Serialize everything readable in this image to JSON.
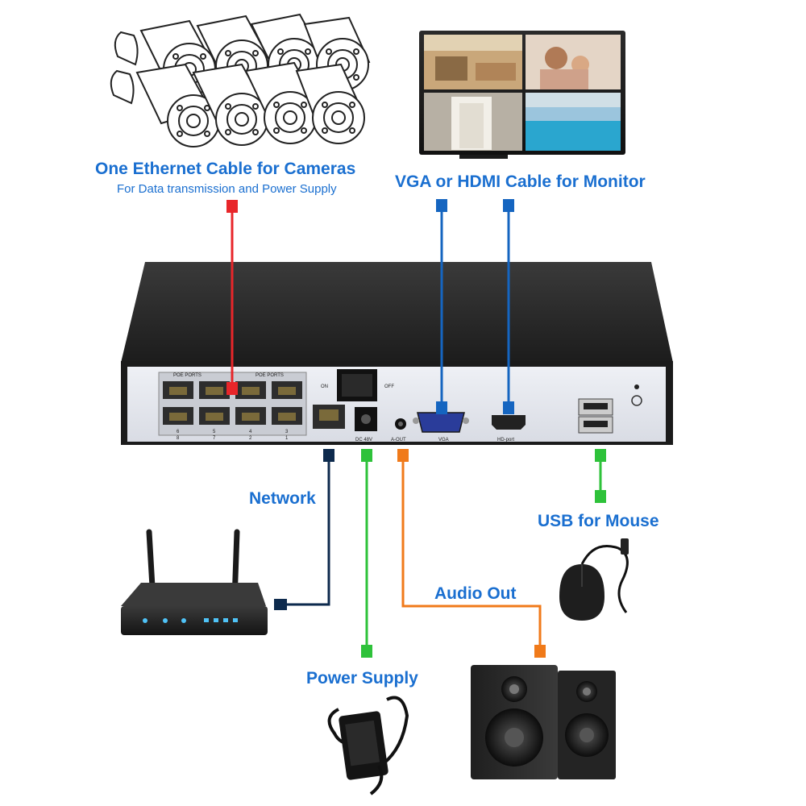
{
  "labels": {
    "cameras_title": "One Ethernet Cable for Cameras",
    "cameras_sub": "For Data transmission and Power Supply",
    "monitor": "VGA or HDMI Cable for Monitor",
    "network": "Network",
    "usb": "USB for Mouse",
    "audio": "Audio Out",
    "power": "Power Supply"
  },
  "panel": {
    "poe_left": "POE PORTS",
    "poe_right": "POE PORTS",
    "port_numbers_top": [
      "6",
      "5",
      "4",
      "3"
    ],
    "port_numbers_bottom": [
      "8",
      "7",
      "2",
      "1"
    ],
    "switch_on": "ON",
    "switch_off": "OFF",
    "dc": "DC 48V",
    "aout": "A-OUT",
    "vga": "VGA",
    "hdport": "HD-port"
  },
  "colors": {
    "label_blue": "#1a6fd0",
    "camera_line": "#e8262a",
    "monitor_line": "#1565c0",
    "power_line": "#2ec23a",
    "audio_line": "#f07a1a",
    "network_line": "#0d2a4d",
    "usb_line": "#2ec23a"
  },
  "icons": [
    "camera-icon",
    "monitor-icon",
    "router-icon",
    "mouse-icon",
    "speaker-icon",
    "power-adapter-icon"
  ]
}
